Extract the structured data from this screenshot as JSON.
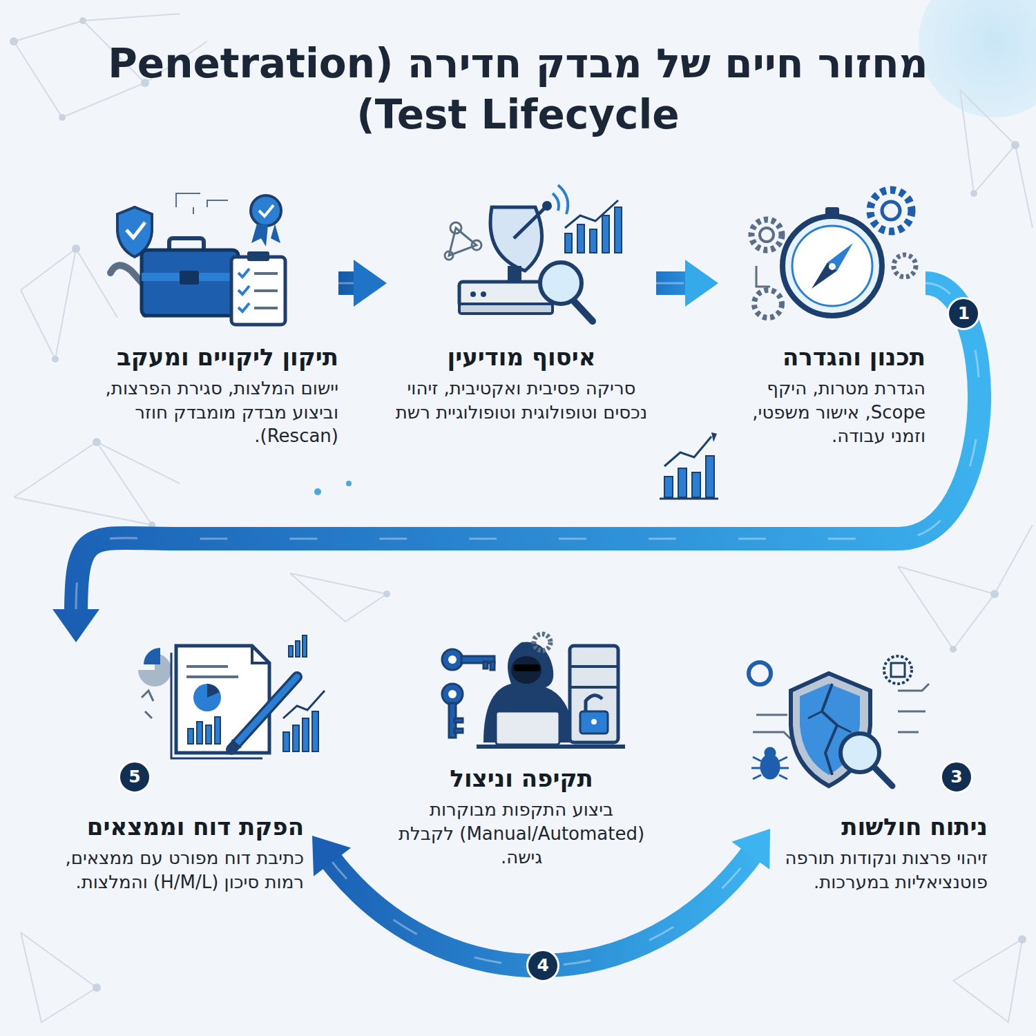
{
  "diagram": {
    "title": "מחזור חיים של מבדק חדירה (Penetration Test Lifecycle)",
    "nodes": [
      {
        "text": [
          "תכנון והגדרה",
          "הגדרת מטרות, היקף Scope, אישור משפטי, וזמני עבודה."
        ]
      },
      {
        "text": [
          "איסוף מודיעין",
          "סריקה פסיבית ואקטיבית, זיהוי נכסים וטופולוגית וטופולוגיית רשת"
        ]
      },
      {
        "text": [
          "תיקון ליקויים ומעקב",
          "יישום המלצות, סגירת הפרצות, וביצוע מבדק מומבדק חוזר (Rescan)."
        ]
      },
      {
        "text": [
          "ניתוח חולשות",
          "זיהוי פרצות ונקודות תורפה פוטנציאליות במערכות."
        ]
      },
      {
        "text": [
          "תקיפה וניצול",
          "ביצוע התקפות מבוקרות (Manual/Automated) לקבלת גישה."
        ]
      },
      {
        "text": [
          "הפקת דוח וממצאים",
          "כתיבת דוח מפורט עם ממצאים, רמות סיכון (H/M/L) והמלצות."
        ]
      }
    ],
    "edges": [
      {
        "from": 2,
        "to": 1,
        "arrow": "to"
      },
      {
        "from": 1,
        "to": 0,
        "arrow": "to"
      },
      {
        "from": 0,
        "to": 5,
        "arrow": "to"
      },
      {
        "from": 5,
        "to": 3,
        "arrow": "both"
      }
    ],
    "labels": [
      "1",
      "3",
      "4",
      "5"
    ]
  }
}
